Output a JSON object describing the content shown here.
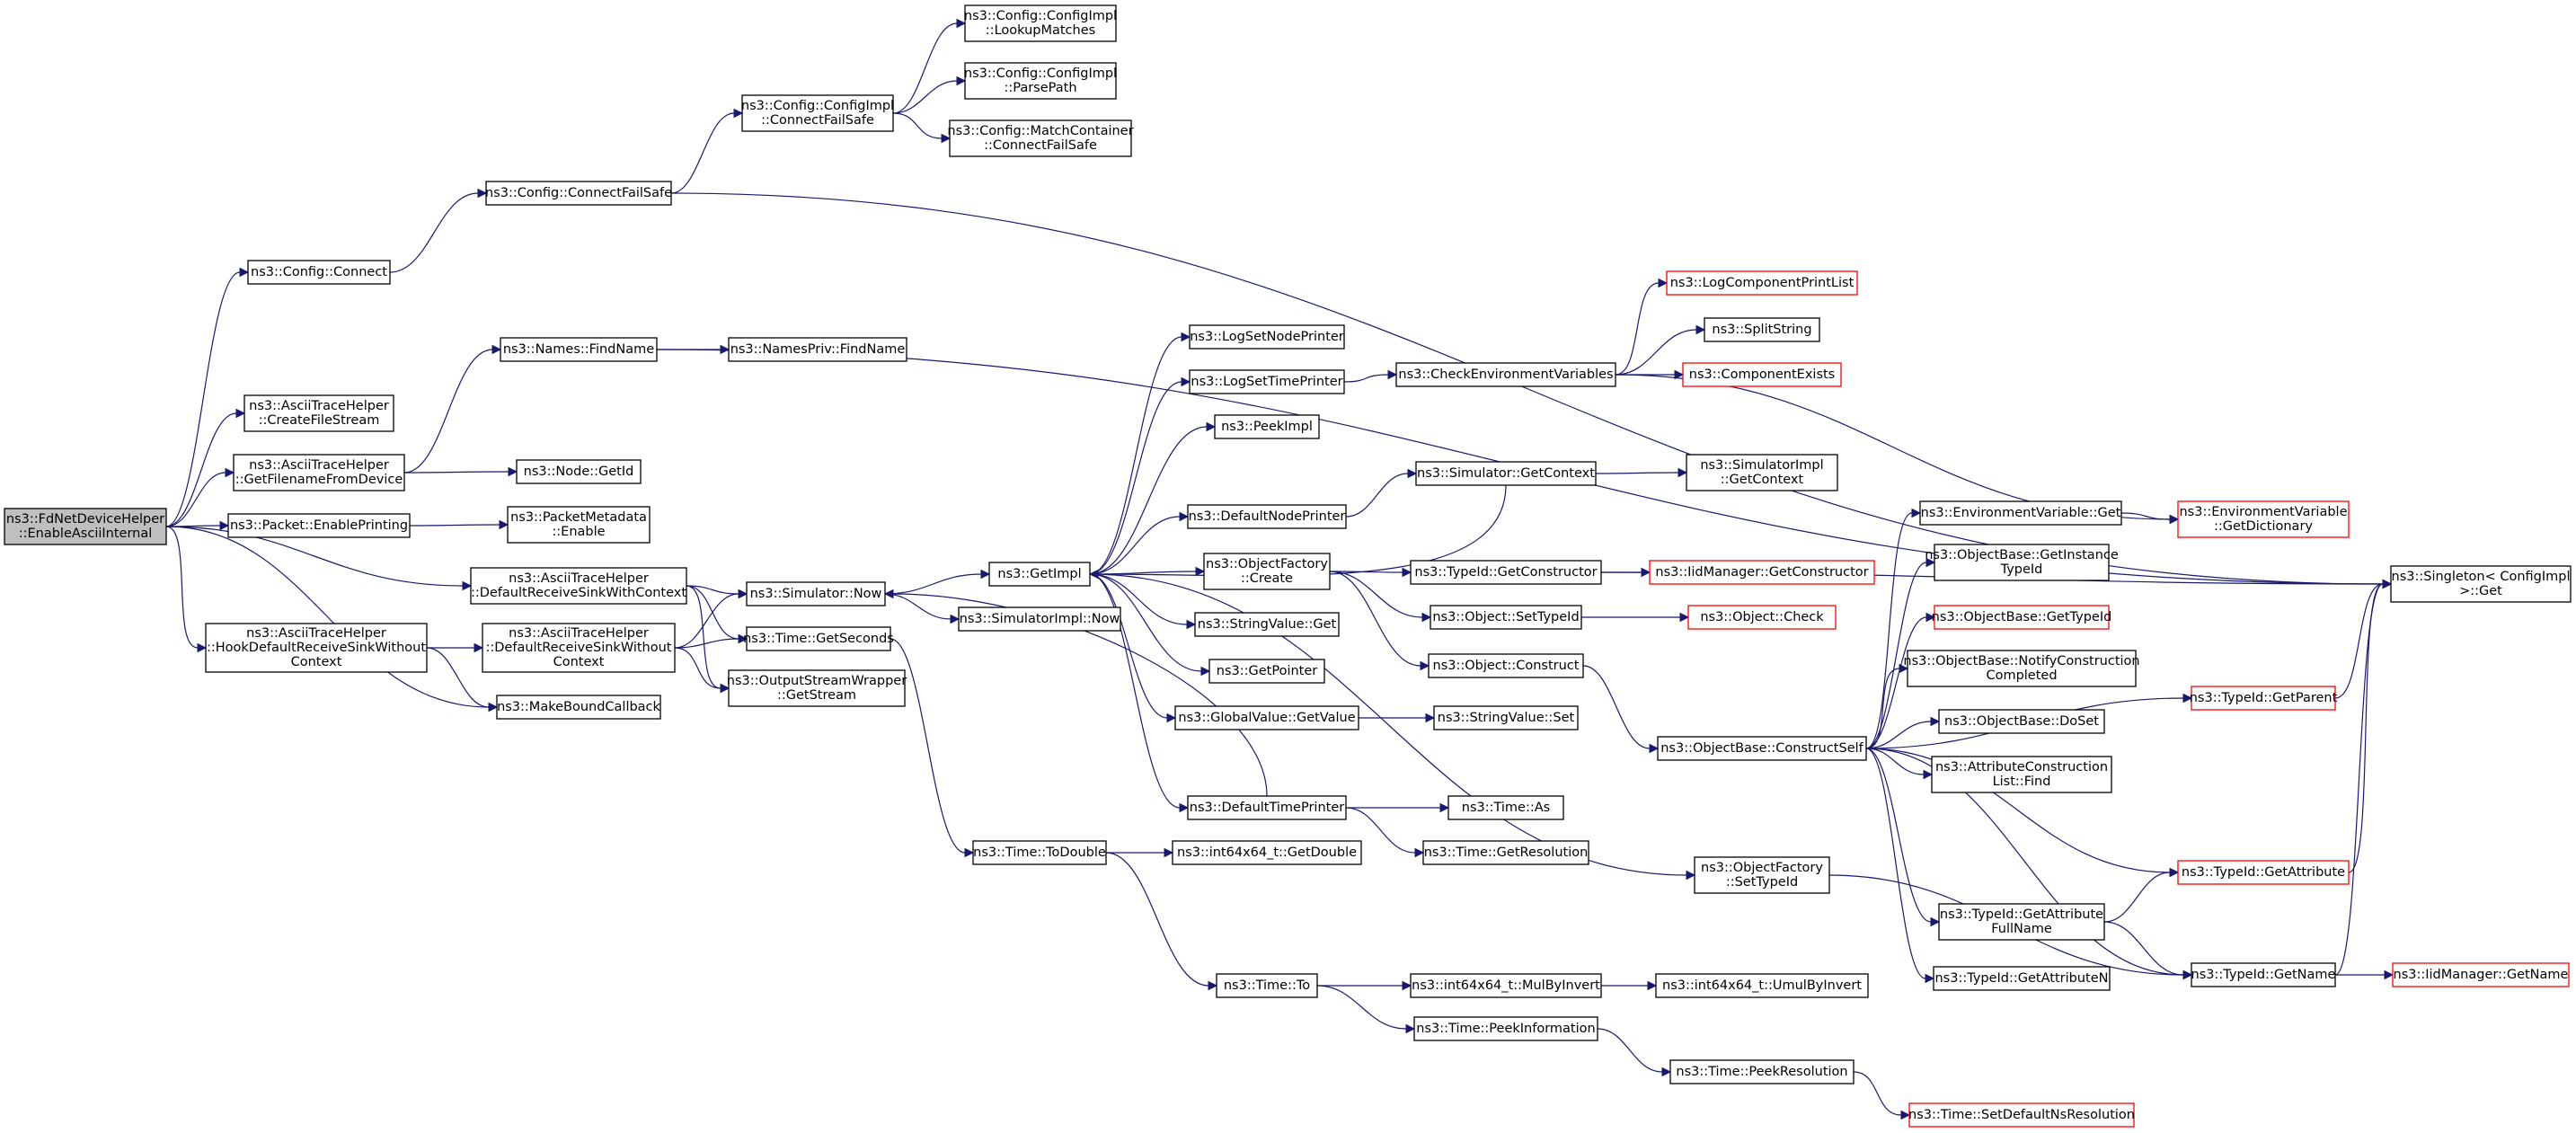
{
  "colors": {
    "edge": "#191970",
    "node_border": "#000000",
    "node_border_truncated": "#ff0000",
    "node_fill": "#ffffff",
    "root_fill": "#bfbfbf"
  },
  "nodes": {
    "root": {
      "lines": [
        "ns3::FdNetDeviceHelper",
        "::EnableAsciiInternal"
      ],
      "kind": "root"
    },
    "cfg_connect": {
      "lines": [
        "ns3::Config::Connect"
      ]
    },
    "create_file_stream": {
      "lines": [
        "ns3::AsciiTraceHelper",
        "::CreateFileStream"
      ]
    },
    "get_filename": {
      "lines": [
        "ns3::AsciiTraceHelper",
        "::GetFilenameFromDevice"
      ]
    },
    "packet_enable_printing": {
      "lines": [
        "ns3::Packet::EnablePrinting"
      ]
    },
    "drs_with_context": {
      "lines": [
        "ns3::AsciiTraceHelper",
        "::DefaultReceiveSinkWithContext"
      ]
    },
    "hook_drs_without_context": {
      "lines": [
        "ns3::AsciiTraceHelper",
        "::HookDefaultReceiveSinkWithout",
        "Context"
      ]
    },
    "make_bound_callback": {
      "lines": [
        "ns3::MakeBoundCallback"
      ]
    },
    "cfg_connect_failsafe": {
      "lines": [
        "ns3::Config::ConnectFailSafe"
      ]
    },
    "names_findname": {
      "lines": [
        "ns3::Names::FindName"
      ]
    },
    "node_getid": {
      "lines": [
        "ns3::Node::GetId"
      ]
    },
    "packet_metadata_enable": {
      "lines": [
        "ns3::PacketMetadata",
        "::Enable"
      ]
    },
    "drs_without_context": {
      "lines": [
        "ns3::AsciiTraceHelper",
        "::DefaultReceiveSinkWithout",
        "Context"
      ]
    },
    "simulator_now": {
      "lines": [
        "ns3::Simulator::Now"
      ]
    },
    "time_getseconds": {
      "lines": [
        "ns3::Time::GetSeconds"
      ]
    },
    "osw_getstream": {
      "lines": [
        "ns3::OutputStreamWrapper",
        "::GetStream"
      ]
    },
    "cfgimpl_connect_failsafe": {
      "lines": [
        "ns3::Config::ConfigImpl",
        "::ConnectFailSafe"
      ]
    },
    "namespriv_findname": {
      "lines": [
        "ns3::NamesPriv::FindName"
      ]
    },
    "getimpl": {
      "lines": [
        "ns3::GetImpl"
      ]
    },
    "simimpl_now": {
      "lines": [
        "ns3::SimulatorImpl::Now"
      ]
    },
    "time_todouble": {
      "lines": [
        "ns3::Time::ToDouble"
      ]
    },
    "cfgimpl_lookup": {
      "lines": [
        "ns3::Config::ConfigImpl",
        "::LookupMatches"
      ]
    },
    "cfgimpl_parsepath": {
      "lines": [
        "ns3::Config::ConfigImpl",
        "::ParsePath"
      ]
    },
    "matchcontainer_cfs": {
      "lines": [
        "ns3::Config::MatchContainer",
        "::ConnectFailSafe"
      ]
    },
    "log_set_node_printer": {
      "lines": [
        "ns3::LogSetNodePrinter"
      ]
    },
    "log_set_time_printer": {
      "lines": [
        "ns3::LogSetTimePrinter"
      ]
    },
    "peekimpl": {
      "lines": [
        "ns3::PeekImpl"
      ]
    },
    "default_node_printer": {
      "lines": [
        "ns3::DefaultNodePrinter"
      ]
    },
    "object_factory_create": {
      "lines": [
        "ns3::ObjectFactory",
        "::Create"
      ]
    },
    "stringvalue_get": {
      "lines": [
        "ns3::StringValue::Get"
      ]
    },
    "getpointer": {
      "lines": [
        "ns3::GetPointer"
      ]
    },
    "globalvalue_getvalue": {
      "lines": [
        "ns3::GlobalValue::GetValue"
      ]
    },
    "default_time_printer": {
      "lines": [
        "ns3::DefaultTimePrinter"
      ]
    },
    "int64_getdouble": {
      "lines": [
        "ns3::int64x64_t::GetDouble"
      ]
    },
    "time_to": {
      "lines": [
        "ns3::Time::To"
      ]
    },
    "check_env_vars": {
      "lines": [
        "ns3::CheckEnvironmentVariables"
      ]
    },
    "simulator_getcontext": {
      "lines": [
        "ns3::Simulator::GetContext"
      ]
    },
    "typeid_getconstructor": {
      "lines": [
        "ns3::TypeId::GetConstructor"
      ]
    },
    "object_settypeid": {
      "lines": [
        "ns3::Object::SetTypeId"
      ]
    },
    "object_construct": {
      "lines": [
        "ns3::Object::Construct"
      ]
    },
    "stringvalue_set": {
      "lines": [
        "ns3::StringValue::Set"
      ]
    },
    "time_as": {
      "lines": [
        "ns3::Time::As"
      ]
    },
    "time_getresolution": {
      "lines": [
        "ns3::Time::GetResolution"
      ]
    },
    "int64_mulbyinvert": {
      "lines": [
        "ns3::int64x64_t::MulByInvert"
      ]
    },
    "time_peekinformation": {
      "lines": [
        "ns3::Time::PeekInformation"
      ]
    },
    "log_component_print_list": {
      "lines": [
        "ns3::LogComponentPrintList"
      ],
      "kind": "truncated"
    },
    "split_string": {
      "lines": [
        "ns3::SplitString"
      ]
    },
    "component_exists": {
      "lines": [
        "ns3::ComponentExists"
      ],
      "kind": "truncated"
    },
    "simimpl_getcontext": {
      "lines": [
        "ns3::SimulatorImpl",
        "::GetContext"
      ]
    },
    "iidmanager_getconstructor": {
      "lines": [
        "ns3::IidManager::GetConstructor"
      ],
      "kind": "truncated"
    },
    "object_check": {
      "lines": [
        "ns3::Object::Check"
      ],
      "kind": "truncated"
    },
    "objectbase_constructself": {
      "lines": [
        "ns3::ObjectBase::ConstructSelf"
      ]
    },
    "object_factory_settypeid": {
      "lines": [
        "ns3::ObjectFactory",
        "::SetTypeId"
      ]
    },
    "int64_umulbyinvert": {
      "lines": [
        "ns3::int64x64_t::UmulByInvert"
      ]
    },
    "time_peekresolution": {
      "lines": [
        "ns3::Time::PeekResolution"
      ]
    },
    "envvar_get": {
      "lines": [
        "ns3::EnvironmentVariable::Get"
      ]
    },
    "objectbase_getinstancetypeid": {
      "lines": [
        "ns3::ObjectBase::GetInstance",
        "TypeId"
      ]
    },
    "objectbase_gettypeid": {
      "lines": [
        "ns3::ObjectBase::GetTypeId"
      ],
      "kind": "truncated"
    },
    "objectbase_notifyconstruction": {
      "lines": [
        "ns3::ObjectBase::NotifyConstruction",
        "Completed"
      ]
    },
    "objectbase_doset": {
      "lines": [
        "ns3::ObjectBase::DoSet"
      ]
    },
    "attr_construction_list_find": {
      "lines": [
        "ns3::AttributeConstruction",
        "List::Find"
      ]
    },
    "typeid_getattributefullname": {
      "lines": [
        "ns3::TypeId::GetAttribute",
        "FullName"
      ]
    },
    "typeid_getattributen": {
      "lines": [
        "ns3::TypeId::GetAttributeN"
      ]
    },
    "time_setdefaultnsresolution": {
      "lines": [
        "ns3::Time::SetDefaultNsResolution"
      ],
      "kind": "truncated"
    },
    "envvar_getdictionary": {
      "lines": [
        "ns3::EnvironmentVariable",
        "::GetDictionary"
      ],
      "kind": "truncated"
    },
    "typeid_getparent": {
      "lines": [
        "ns3::TypeId::GetParent"
      ],
      "kind": "truncated"
    },
    "typeid_getattribute": {
      "lines": [
        "ns3::TypeId::GetAttribute"
      ],
      "kind": "truncated"
    },
    "typeid_getname": {
      "lines": [
        "ns3::TypeId::GetName"
      ]
    },
    "singleton_get": {
      "lines": [
        "ns3::Singleton< ConfigImpl",
        " >::Get"
      ]
    },
    "iidmanager_getname": {
      "lines": [
        "ns3::IidManager::GetName"
      ],
      "kind": "truncated"
    }
  },
  "edges": [
    [
      "root",
      "cfg_connect"
    ],
    [
      "root",
      "create_file_stream"
    ],
    [
      "root",
      "get_filename"
    ],
    [
      "root",
      "packet_enable_printing"
    ],
    [
      "root",
      "drs_with_context"
    ],
    [
      "root",
      "hook_drs_without_context"
    ],
    [
      "root",
      "make_bound_callback"
    ],
    [
      "cfg_connect",
      "cfg_connect_failsafe"
    ],
    [
      "cfg_connect_failsafe",
      "cfgimpl_connect_failsafe"
    ],
    [
      "cfg_connect_failsafe",
      "singleton_get"
    ],
    [
      "cfgimpl_connect_failsafe",
      "cfgimpl_lookup"
    ],
    [
      "cfgimpl_connect_failsafe",
      "cfgimpl_parsepath"
    ],
    [
      "cfgimpl_connect_failsafe",
      "matchcontainer_cfs"
    ],
    [
      "get_filename",
      "names_findname"
    ],
    [
      "get_filename",
      "node_getid"
    ],
    [
      "names_findname",
      "namespriv_findname"
    ],
    [
      "names_findname",
      "singleton_get"
    ],
    [
      "packet_enable_printing",
      "packet_metadata_enable"
    ],
    [
      "drs_with_context",
      "simulator_now"
    ],
    [
      "drs_with_context",
      "time_getseconds"
    ],
    [
      "drs_with_context",
      "osw_getstream"
    ],
    [
      "hook_drs_without_context",
      "drs_without_context"
    ],
    [
      "hook_drs_without_context",
      "make_bound_callback"
    ],
    [
      "drs_without_context",
      "simulator_now"
    ],
    [
      "drs_without_context",
      "time_getseconds"
    ],
    [
      "drs_without_context",
      "osw_getstream"
    ],
    [
      "simulator_now",
      "getimpl"
    ],
    [
      "simulator_now",
      "simimpl_now"
    ],
    [
      "time_getseconds",
      "time_todouble"
    ],
    [
      "getimpl",
      "log_set_node_printer"
    ],
    [
      "getimpl",
      "log_set_time_printer"
    ],
    [
      "getimpl",
      "peekimpl"
    ],
    [
      "getimpl",
      "default_node_printer"
    ],
    [
      "getimpl",
      "object_factory_create"
    ],
    [
      "getimpl",
      "stringvalue_get"
    ],
    [
      "getimpl",
      "getpointer"
    ],
    [
      "getimpl",
      "globalvalue_getvalue"
    ],
    [
      "getimpl",
      "default_time_printer"
    ],
    [
      "getimpl",
      "object_factory_settypeid"
    ],
    [
      "log_set_time_printer",
      "check_env_vars"
    ],
    [
      "check_env_vars",
      "log_component_print_list"
    ],
    [
      "check_env_vars",
      "split_string"
    ],
    [
      "check_env_vars",
      "component_exists"
    ],
    [
      "check_env_vars",
      "envvar_getdictionary"
    ],
    [
      "simulator_getcontext",
      "getimpl"
    ],
    [
      "simulator_getcontext",
      "simimpl_getcontext"
    ],
    [
      "default_node_printer",
      "simulator_getcontext"
    ],
    [
      "object_factory_create",
      "typeid_getconstructor"
    ],
    [
      "object_factory_create",
      "object_settypeid"
    ],
    [
      "object_factory_create",
      "object_construct"
    ],
    [
      "typeid_getconstructor",
      "iidmanager_getconstructor"
    ],
    [
      "typeid_getconstructor",
      "singleton_get"
    ],
    [
      "object_settypeid",
      "object_check"
    ],
    [
      "object_construct",
      "objectbase_constructself"
    ],
    [
      "globalvalue_getvalue",
      "stringvalue_set"
    ],
    [
      "default_time_printer",
      "simulator_now"
    ],
    [
      "default_time_printer",
      "time_as"
    ],
    [
      "default_time_printer",
      "time_getresolution"
    ],
    [
      "time_todouble",
      "int64_getdouble"
    ],
    [
      "time_todouble",
      "time_to"
    ],
    [
      "time_to",
      "int64_mulbyinvert"
    ],
    [
      "time_to",
      "time_peekinformation"
    ],
    [
      "int64_mulbyinvert",
      "int64_umulbyinvert"
    ],
    [
      "time_peekinformation",
      "time_peekresolution"
    ],
    [
      "time_peekresolution",
      "time_setdefaultnsresolution"
    ],
    [
      "object_factory_settypeid",
      "typeid_getname"
    ],
    [
      "objectbase_constructself",
      "envvar_get"
    ],
    [
      "objectbase_constructself",
      "objectbase_getinstancetypeid"
    ],
    [
      "objectbase_constructself",
      "objectbase_gettypeid"
    ],
    [
      "objectbase_constructself",
      "objectbase_notifyconstruction"
    ],
    [
      "objectbase_constructself",
      "objectbase_doset"
    ],
    [
      "objectbase_constructself",
      "attr_construction_list_find"
    ],
    [
      "objectbase_constructself",
      "typeid_getparent"
    ],
    [
      "objectbase_constructself",
      "typeid_getattribute"
    ],
    [
      "objectbase_constructself",
      "typeid_getattributefullname"
    ],
    [
      "objectbase_constructself",
      "typeid_getattributen"
    ],
    [
      "objectbase_constructself",
      "typeid_getname"
    ],
    [
      "envvar_get",
      "envvar_getdictionary"
    ],
    [
      "typeid_getparent",
      "singleton_get"
    ],
    [
      "typeid_getattribute",
      "singleton_get"
    ],
    [
      "typeid_getattributefullname",
      "typeid_getattribute"
    ],
    [
      "typeid_getattributefullname",
      "typeid_getname"
    ],
    [
      "typeid_getname",
      "singleton_get"
    ],
    [
      "typeid_getname",
      "iidmanager_getname"
    ]
  ]
}
